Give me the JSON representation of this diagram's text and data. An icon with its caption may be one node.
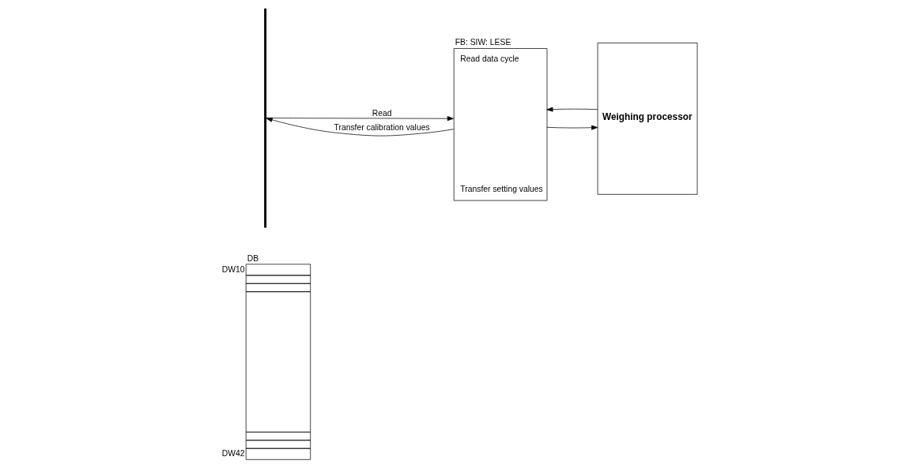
{
  "diagram": {
    "nodes": [
      {
        "text": [
          "DB"
        ],
        "beside": [
          "DW10",
          "DW42"
        ]
      },
      {
        "text": [],
        "shape": "bar"
      },
      {
        "text": [
          "FB: SIW: LESE",
          "Read data cycle",
          "Transfer setting values"
        ]
      },
      {
        "text": [
          "Weighing processor"
        ]
      }
    ],
    "edges": [
      {
        "from": 1,
        "to": 2,
        "arrow": "to",
        "label": "Read"
      },
      {
        "from": 2,
        "to": 3,
        "arrow": "to"
      },
      {
        "from": 3,
        "to": 2,
        "arrow": "to"
      },
      {
        "from": 2,
        "to": 1,
        "arrow": "to",
        "label": "Transfer calibration values"
      }
    ]
  }
}
